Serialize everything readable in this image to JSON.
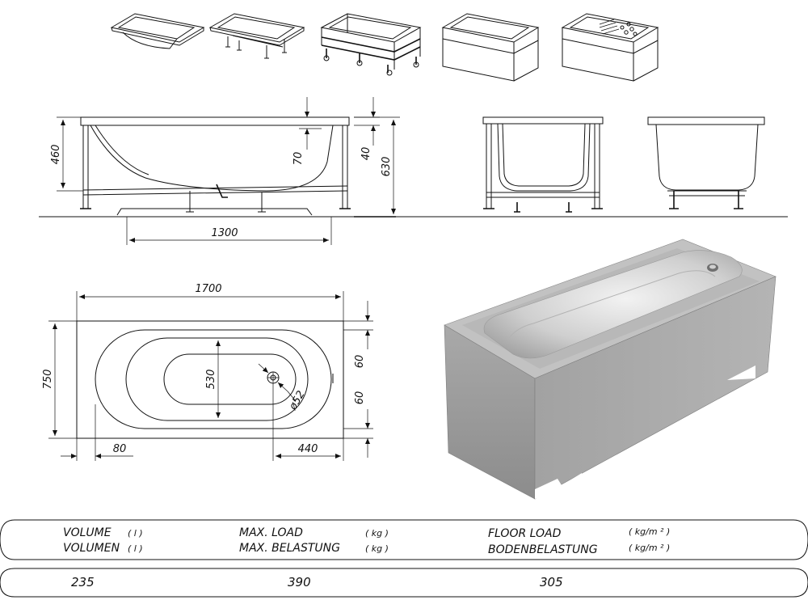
{
  "dimensions": {
    "side": {
      "tub_height": "460",
      "bottom_depth": "70",
      "rim": "40",
      "total_height": "630",
      "floor_length": "1300"
    },
    "plan": {
      "length": "1700",
      "width": "750",
      "basin_width": "530",
      "edge_top": "60",
      "edge_bottom": "60",
      "end_offset": "80",
      "drain_offset": "440",
      "drain_diameter": "ø52"
    }
  },
  "table": {
    "headers": {
      "volume": "VOLUME",
      "volume_de": "VOLUMEN",
      "volume_unit": "( l )",
      "load": "MAX. LOAD",
      "load_de": "MAX. BELASTUNG",
      "load_unit": "( kg )",
      "floor": "FLOOR LOAD",
      "floor_de": "BODENBELASTUNG",
      "floor_unit": "( kg/m ² )"
    },
    "values": {
      "volume": "235",
      "load": "390",
      "floor": "305"
    }
  }
}
